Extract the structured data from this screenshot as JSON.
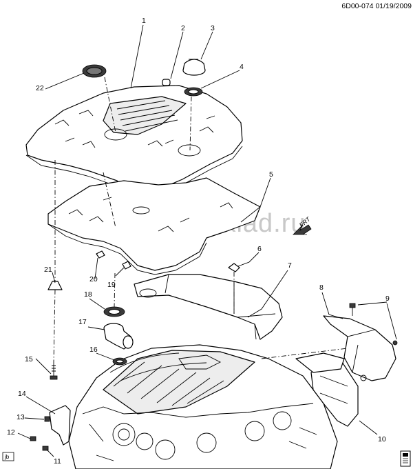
{
  "header": {
    "drawing_id": "6D00-074",
    "date": "01/19/2009"
  },
  "watermark": "gm-sklad.ru",
  "direction_label": "FRT",
  "corner_left_label": "jb",
  "corner_right_icon": "view-reference-icon",
  "callouts": [
    "1",
    "2",
    "3",
    "4",
    "5",
    "6",
    "7",
    "8",
    "9",
    "10",
    "11",
    "12",
    "13",
    "14",
    "15",
    "16",
    "17",
    "18",
    "19",
    "20",
    "21",
    "22"
  ]
}
